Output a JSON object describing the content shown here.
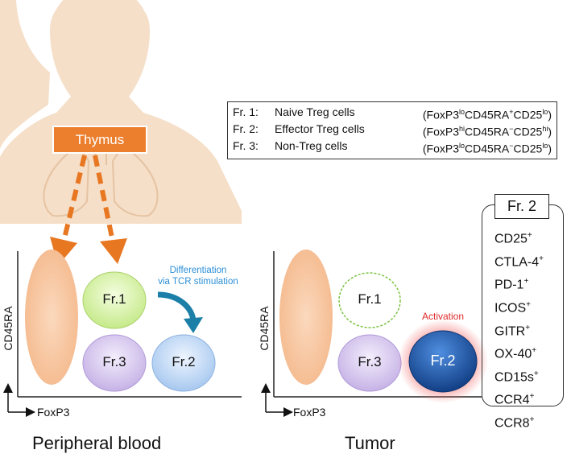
{
  "thymus_label": "Thymus",
  "legend": [
    {
      "fraction": "Fr. 1:",
      "name": "Naive Treg cells",
      "phenotype": "(FoxP3loCD45RA+CD25lo)"
    },
    {
      "fraction": "Fr. 2:",
      "name": "Effector Treg cells",
      "phenotype": "(FoxP3hiCD45RA−CD25hi)"
    },
    {
      "fraction": "Fr. 3:",
      "name": "Non-Treg cells",
      "phenotype": "(FoxP3loCD45RA−CD25lo)"
    }
  ],
  "markers": {
    "title": "Fr. 2",
    "items": [
      "CD25+",
      "CTLA-4+",
      "PD-1+",
      "ICOS+",
      "GITR+",
      "OX-40+",
      "CD15s+",
      "CCR4+",
      "CCR8+"
    ]
  },
  "peripheral": {
    "fr1": "Fr.1",
    "fr2": "Fr.2",
    "fr3": "Fr.3",
    "differentiation_line1": "Differentiation",
    "differentiation_line2": "via TCR stimulation",
    "x_axis": "FoxP3",
    "y_axis": "CD45RA",
    "caption": "Peripheral blood"
  },
  "tumor": {
    "fr1": "Fr.1",
    "fr2": "Fr.2",
    "fr3": "Fr.3",
    "activation": "Activation",
    "x_axis": "FoxP3",
    "y_axis": "CD45RA",
    "caption": "Tumor"
  },
  "colors": {
    "body": "#f5dfc8",
    "thymus_box": "#ec7f2e",
    "arrow": "#e87722",
    "fr1_fill": "#d9f2a8",
    "fr3_fill": "#d9cbee",
    "fr2_light": "#c9ddf6",
    "fr2_dark": "#1f5aa6",
    "cd45_blob": "#f7c7a0",
    "blue_text": "#2b8fd6",
    "activation_text": "#e02b2b"
  }
}
